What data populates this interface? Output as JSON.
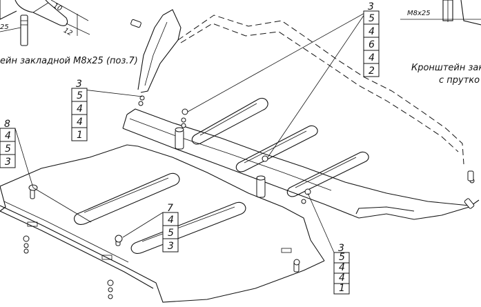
{
  "bracket_left_caption": "ейн закладной М8х25 (поз.7)",
  "bracket_right_caption_line1": "Кронштейн зак",
  "bracket_right_caption_line2": "с прутко",
  "dim_m8x25": "М8х25",
  "dim_10": "10",
  "dim_12": "12",
  "dim_25": "25",
  "callouts": [
    {
      "id": "top-center",
      "title": "3",
      "items": [
        "5",
        "4",
        "6",
        "4",
        "2"
      ]
    },
    {
      "id": "left-upper",
      "title": "3",
      "items": [
        "5",
        "4",
        "4",
        "1"
      ]
    },
    {
      "id": "left-edge",
      "title": "8",
      "items": [
        "4",
        "5",
        "3"
      ]
    },
    {
      "id": "middle",
      "title": "7",
      "items": [
        "4",
        "5",
        "3"
      ]
    },
    {
      "id": "bottom-right",
      "title": "3",
      "items": [
        "5",
        "4",
        "4",
        "1"
      ]
    }
  ]
}
